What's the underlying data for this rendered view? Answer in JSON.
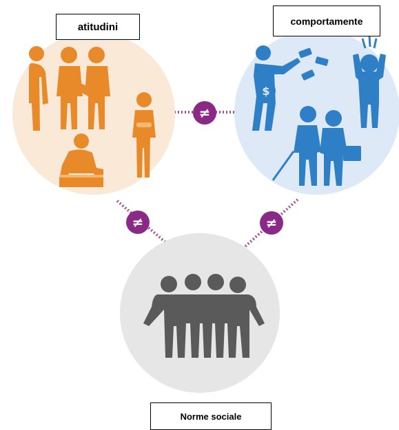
{
  "nodes": {
    "attitudes": {
      "label": "atitudini",
      "color": "#fbe9d7",
      "figure_color": "#e8892a"
    },
    "behaviour": {
      "label": "comportamente",
      "color": "#dde9f7",
      "figure_color": "#2f7fc6"
    },
    "norms": {
      "label": "Norme sociale",
      "color": "#e6e6e6",
      "figure_color": "#5a5a5a"
    }
  },
  "connector": {
    "symbol": "≠",
    "color": "#8a2a86",
    "line_color": "#a0509c"
  }
}
